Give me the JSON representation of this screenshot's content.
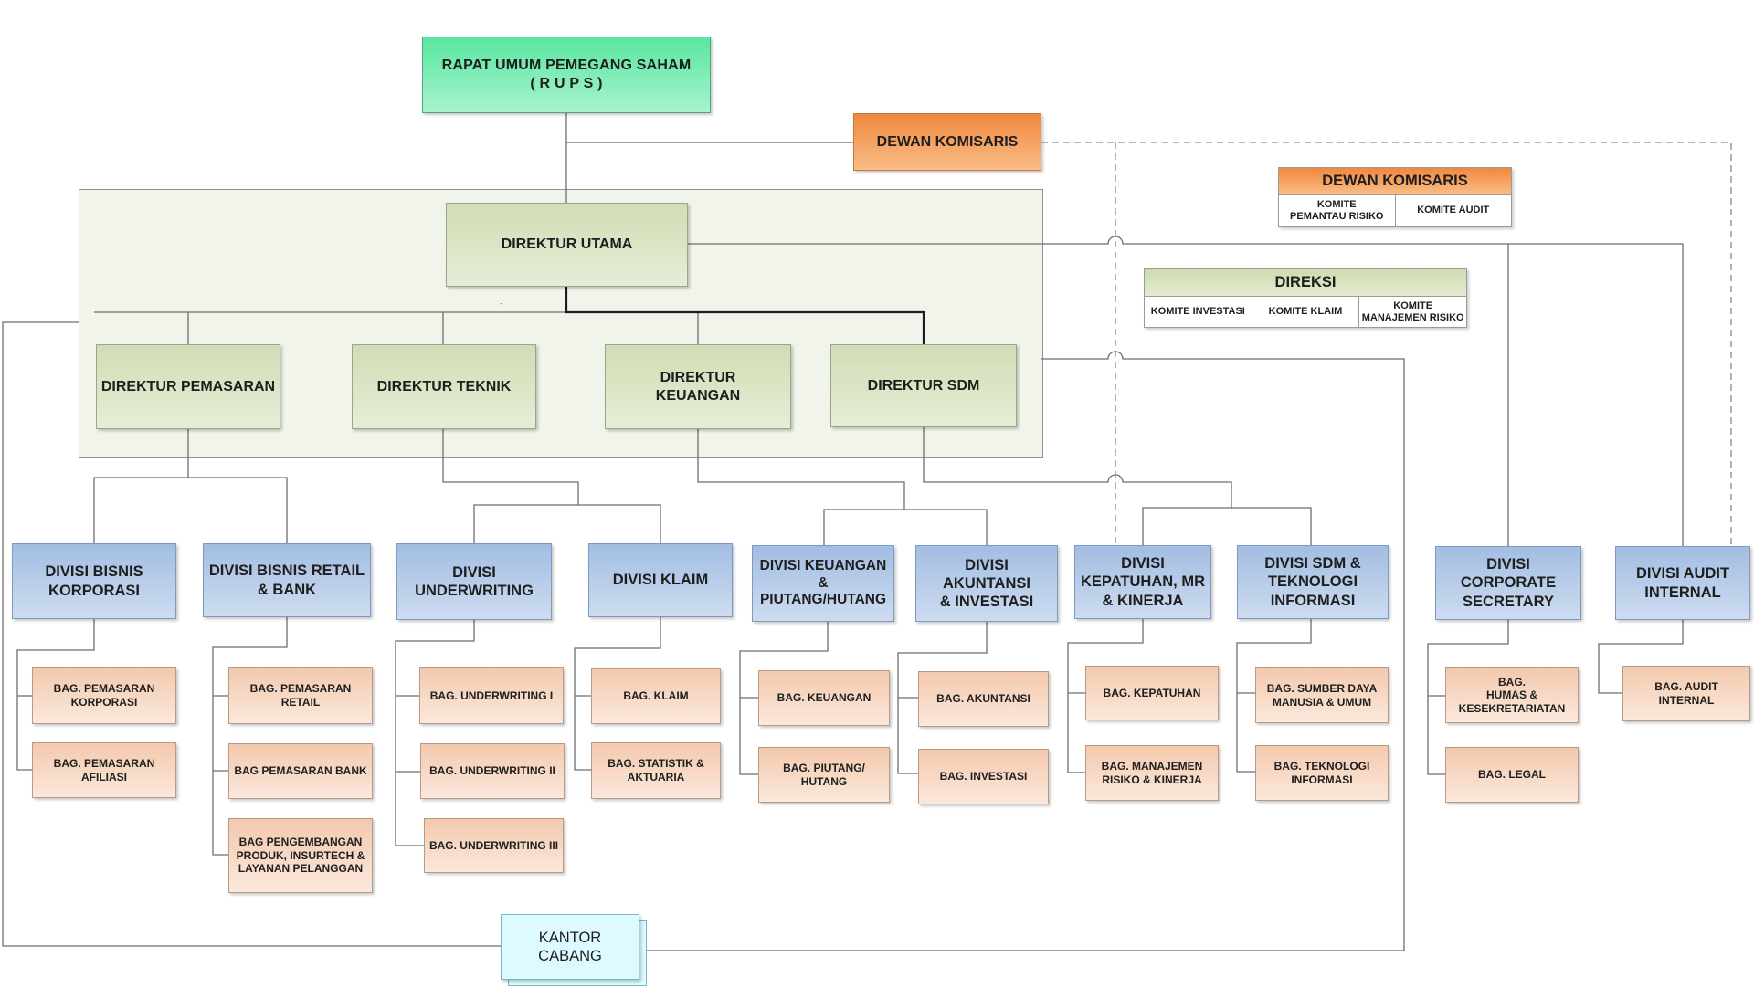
{
  "rups": "RAPAT UMUM PEMEGANG SAHAM\n( R U P S )",
  "dewan_komisaris": "DEWAN KOMISARIS",
  "direktur_utama": "DIREKTUR UTAMA",
  "direktur": {
    "pemasaran": "DIREKTUR PEMASARAN",
    "teknik": "DIREKTUR TEKNIK",
    "keuangan": "DIREKTUR\nKEUANGAN",
    "sdm": "DIREKTUR SDM"
  },
  "legend_komisaris": {
    "title": "DEWAN KOMISARIS",
    "items": [
      "KOMITE\nPEMANTAU RISIKO",
      "KOMITE AUDIT"
    ]
  },
  "legend_direksi": {
    "title": "DIREKSI",
    "items": [
      "KOMITE INVESTASI",
      "KOMITE KLAIM",
      "KOMITE\nMANAJEMEN RISIKO"
    ]
  },
  "divisi": {
    "bisnis_korporasi": "DIVISI BISNIS\nKORPORASI",
    "bisnis_retail": "DIVISI BISNIS RETAIL\n& BANK",
    "underwriting": "DIVISI\nUNDERWRITING",
    "klaim": "DIVISI KLAIM",
    "keuangan": "DIVISI KEUANGAN\n& PIUTANG/HUTANG",
    "akuntansi": "DIVISI AKUNTANSI\n& INVESTASI",
    "kepatuhan": "DIVISI\nKEPATUHAN, MR\n& KINERJA",
    "sdm_ti": "DIVISI SDM &\nTEKNOLOGI\nINFORMASI",
    "corporate": "DIVISI CORPORATE\nSECRETARY",
    "audit": "DIVISI AUDIT\nINTERNAL"
  },
  "bagian": {
    "pemasaran_korporasi": "BAG. PEMASARAN\nKORPORASI",
    "pemasaran_afiliasi": "BAG. PEMASARAN\nAFILIASI",
    "pemasaran_retail": "BAG. PEMASARAN\nRETAIL",
    "pemasaran_bank": "BAG PEMASARAN BANK",
    "pengembangan_produk": "BAG PENGEMBANGAN\nPRODUK, INSURTECH &\nLAYANAN PELANGGAN",
    "underwriting_1": "BAG. UNDERWRITING I",
    "underwriting_2": "BAG. UNDERWRITING II",
    "underwriting_3": "BAG. UNDERWRITING III",
    "klaim": "BAG. KLAIM",
    "statistik": "BAG. STATISTIK &\nAKTUARIA",
    "keuangan": "BAG. KEUANGAN",
    "piutang": "BAG. PIUTANG/\nHUTANG",
    "akuntansi": "BAG. AKUNTANSI",
    "investasi": "BAG. INVESTASI",
    "kepatuhan": "BAG. KEPATUHAN",
    "manajemen_risiko": "BAG. MANAJEMEN\nRISIKO & KINERJA",
    "sdm_umum": "BAG. SUMBER DAYA\nMANUSIA & UMUM",
    "teknologi_informasi": "BAG. TEKNOLOGI\nINFORMASI",
    "humas": "BAG.\nHUMAS &\nKESEKRETARIATAN",
    "legal": "BAG. LEGAL",
    "audit_internal": "BAG. AUDIT\nINTERNAL"
  },
  "kantor_cabang": "KANTOR CABANG",
  "stray_mark": "`",
  "colors": {
    "line": "#6e6e6e",
    "dashed": "#8a8a8a",
    "rups_fill": "#7beeb5",
    "komisaris_fill": "#f4a364",
    "direksi_fill": "#dbe5c5",
    "divisi_fill": "#b7cde9",
    "bagian_fill": "#f7d7c3",
    "kantor_fill": "#dcfaff",
    "panel_fill": "#f1f4ea"
  }
}
